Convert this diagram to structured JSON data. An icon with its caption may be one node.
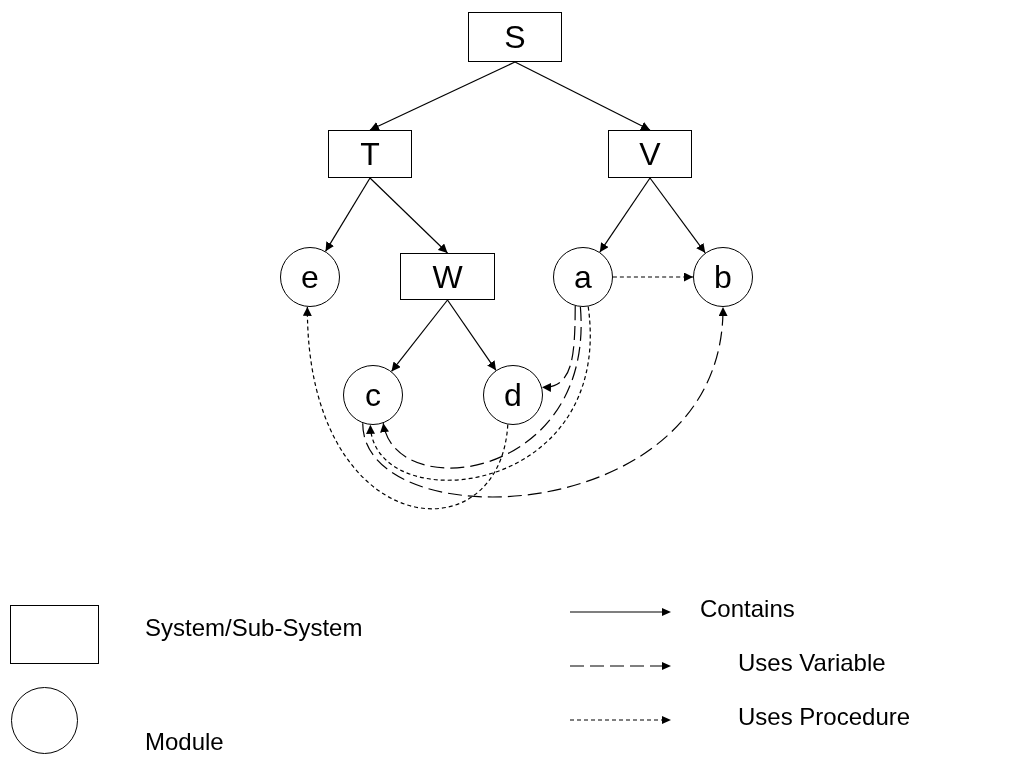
{
  "diagram": {
    "nodes": [
      {
        "text": [
          "S"
        ]
      },
      {
        "text": [
          "T"
        ]
      },
      {
        "text": [
          "V"
        ]
      },
      {
        "text": [
          "e"
        ]
      },
      {
        "text": [
          "W"
        ]
      },
      {
        "text": [
          "a"
        ]
      },
      {
        "text": [
          "b"
        ]
      },
      {
        "text": [
          "c"
        ]
      },
      {
        "text": [
          "d"
        ]
      }
    ],
    "edges": [
      {
        "from": 0,
        "to": 1,
        "arrow": "to"
      },
      {
        "from": 0,
        "to": 2,
        "arrow": "to"
      },
      {
        "from": 1,
        "to": 3,
        "arrow": "to"
      },
      {
        "from": 1,
        "to": 4,
        "arrow": "to"
      },
      {
        "from": 2,
        "to": 5,
        "arrow": "to"
      },
      {
        "from": 2,
        "to": 6,
        "arrow": "to"
      },
      {
        "from": 4,
        "to": 7,
        "arrow": "to"
      },
      {
        "from": 4,
        "to": 8,
        "arrow": "to"
      },
      {
        "from": 5,
        "to": 6,
        "arrow": "to",
        "style": "dashed"
      },
      {
        "from": 5,
        "to": 8,
        "arrow": "to",
        "style": "dashed"
      },
      {
        "from": 5,
        "to": 7,
        "arrow": "to",
        "style": "dashed"
      },
      {
        "from": 5,
        "to": 7,
        "arrow": "to",
        "style": "dashed"
      },
      {
        "from": 7,
        "to": 6,
        "arrow": "to",
        "style": "dashed"
      },
      {
        "from": 8,
        "to": 3,
        "arrow": "to",
        "style": "dashed"
      }
    ],
    "legend": [
      {
        "text": "System/Sub-System"
      },
      {
        "text": "Module"
      },
      {
        "text": "Contains"
      },
      {
        "text": "Uses Variable"
      },
      {
        "text": "Uses Procedure"
      }
    ]
  }
}
